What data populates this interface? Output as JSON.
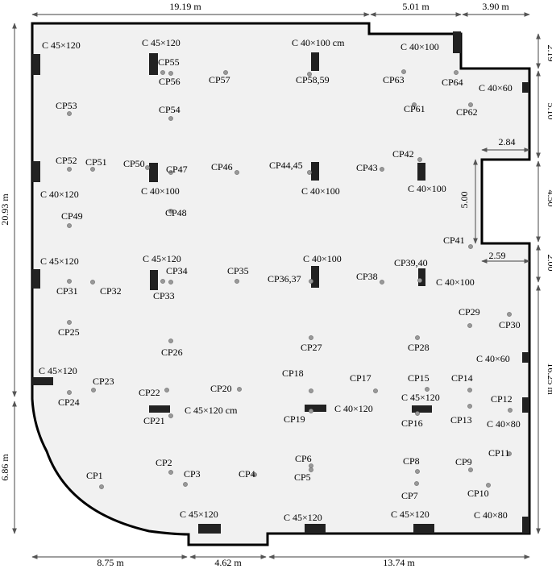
{
  "dimensions": {
    "top": [
      "19.19 m",
      "5.01 m",
      "3.90 m"
    ],
    "bottom": [
      "8.75 m",
      "4.62 m",
      "13.74 m"
    ],
    "left": [
      "20.93 m",
      "6.86 m"
    ],
    "right": [
      "2.19",
      "5.10",
      "4.50",
      "2.00",
      "16.25 m"
    ],
    "inner": [
      "2.84",
      "5.00",
      "2.59"
    ]
  },
  "columns": [
    {
      "id": "c1",
      "label": "C 45×120"
    },
    {
      "id": "c2",
      "label": "C 45×120"
    },
    {
      "id": "c3",
      "label": "C 40×100 cm"
    },
    {
      "id": "c4",
      "label": "C 40×100"
    },
    {
      "id": "c5",
      "label": "C 40×60"
    },
    {
      "id": "c6",
      "label": "C 40×120"
    },
    {
      "id": "c7",
      "label": "C 40×100"
    },
    {
      "id": "c8",
      "label": "C 40×100"
    },
    {
      "id": "c9",
      "label": "C 40×100"
    },
    {
      "id": "c10",
      "label": "C 45×120"
    },
    {
      "id": "c11",
      "label": "C 45×120"
    },
    {
      "id": "c12",
      "label": "C 40×100"
    },
    {
      "id": "c13",
      "label": "C 40×100"
    },
    {
      "id": "c14",
      "label": "C 45×120"
    },
    {
      "id": "c15",
      "label": "C 40×60"
    },
    {
      "id": "c16",
      "label": "C 45×120 cm"
    },
    {
      "id": "c17",
      "label": "C 40×120"
    },
    {
      "id": "c18",
      "label": "C 45×120"
    },
    {
      "id": "c19",
      "label": "C 40×80"
    },
    {
      "id": "c20",
      "label": "C 45×120"
    },
    {
      "id": "c21",
      "label": "C 45×120"
    },
    {
      "id": "c22",
      "label": "C 45×120"
    },
    {
      "id": "c23",
      "label": "C 40×80"
    }
  ],
  "points": [
    "CP1",
    "CP2",
    "CP3",
    "CP4",
    "CP5",
    "CP6",
    "CP7",
    "CP8",
    "CP9",
    "CP10",
    "CP11",
    "CP12",
    "CP13",
    "CP14",
    "CP15",
    "CP16",
    "CP17",
    "CP18",
    "CP19",
    "CP20",
    "CP21",
    "CP22",
    "CP23",
    "CP24",
    "CP25",
    "CP26",
    "CP27",
    "CP28",
    "CP29",
    "CP30",
    "CP31",
    "CP32",
    "CP33",
    "CP34",
    "CP35",
    "CP36,37",
    "CP38",
    "CP39,40",
    "CP41",
    "CP42",
    "CP43",
    "CP44,45",
    "CP46",
    "CP47",
    "CP48",
    "CP49",
    "CP50",
    "CP51",
    "CP52",
    "CP53",
    "CP54",
    "CP55",
    "CP56",
    "CP57",
    "CP58,59",
    "CP61",
    "CP62",
    "CP63",
    "CP64"
  ]
}
